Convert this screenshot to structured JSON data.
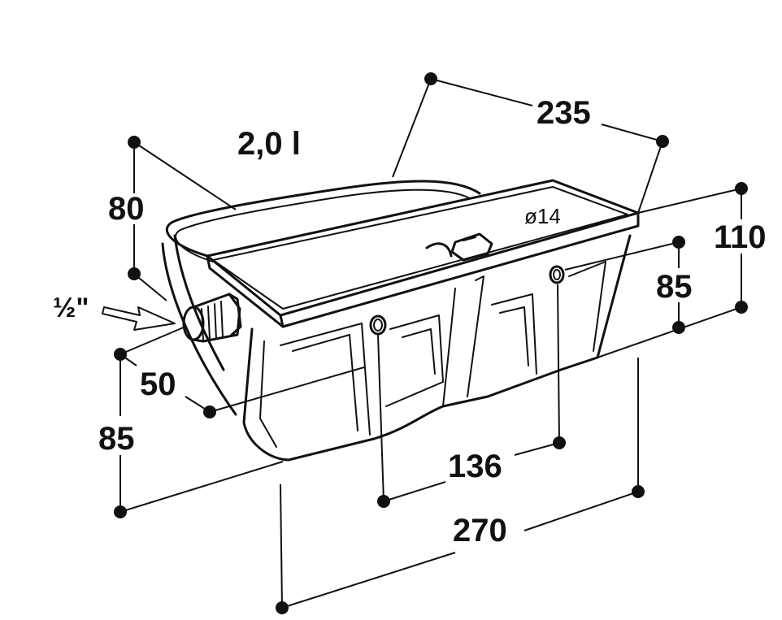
{
  "labels": {
    "capacity": "2,0 l",
    "hole_diameter": "ø14",
    "thread_size": "½\"",
    "dim_235": "235",
    "dim_80": "80",
    "dim_110": "110",
    "dim_85_right": "85",
    "dim_50": "50",
    "dim_85_left": "85",
    "dim_136": "136",
    "dim_270": "270"
  },
  "colors": {
    "ink": "#111111",
    "background": "#ffffff"
  }
}
